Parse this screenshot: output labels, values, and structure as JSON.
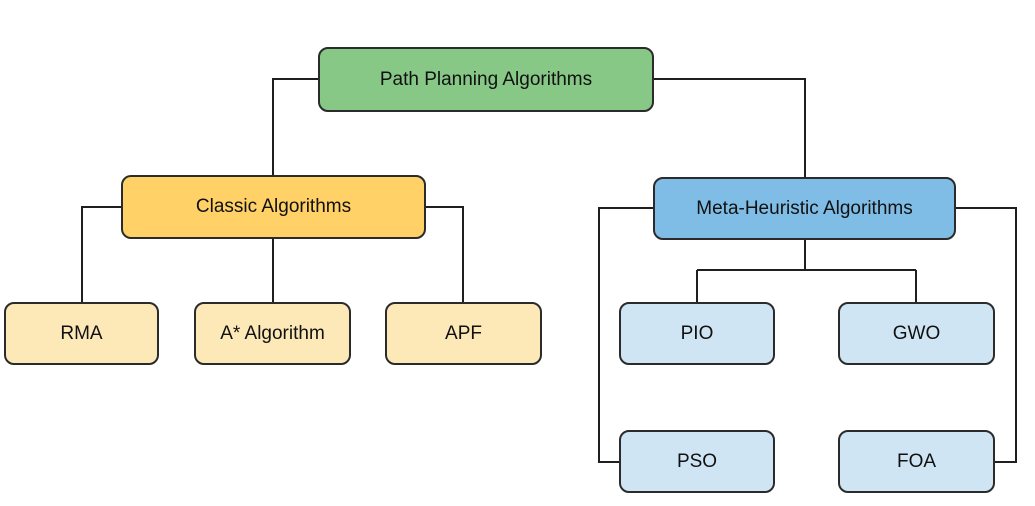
{
  "diagram": {
    "root": {
      "label": "Path Planning Algorithms"
    },
    "branches": [
      {
        "label": "Classic Algorithms",
        "children": [
          "RMA",
          "A* Algorithm",
          "APF"
        ]
      },
      {
        "label": "Meta-Heuristic Algorithms",
        "children": [
          "PIO",
          "GWO",
          "PSO",
          "FOA"
        ]
      }
    ]
  },
  "colors": {
    "root_fill": "#87c886",
    "classic_fill": "#ffd166",
    "classic_leaf_fill": "#fde9b8",
    "meta_fill": "#7fbde6",
    "meta_leaf_fill": "#cfe5f4",
    "border": "#2b2b2b"
  }
}
